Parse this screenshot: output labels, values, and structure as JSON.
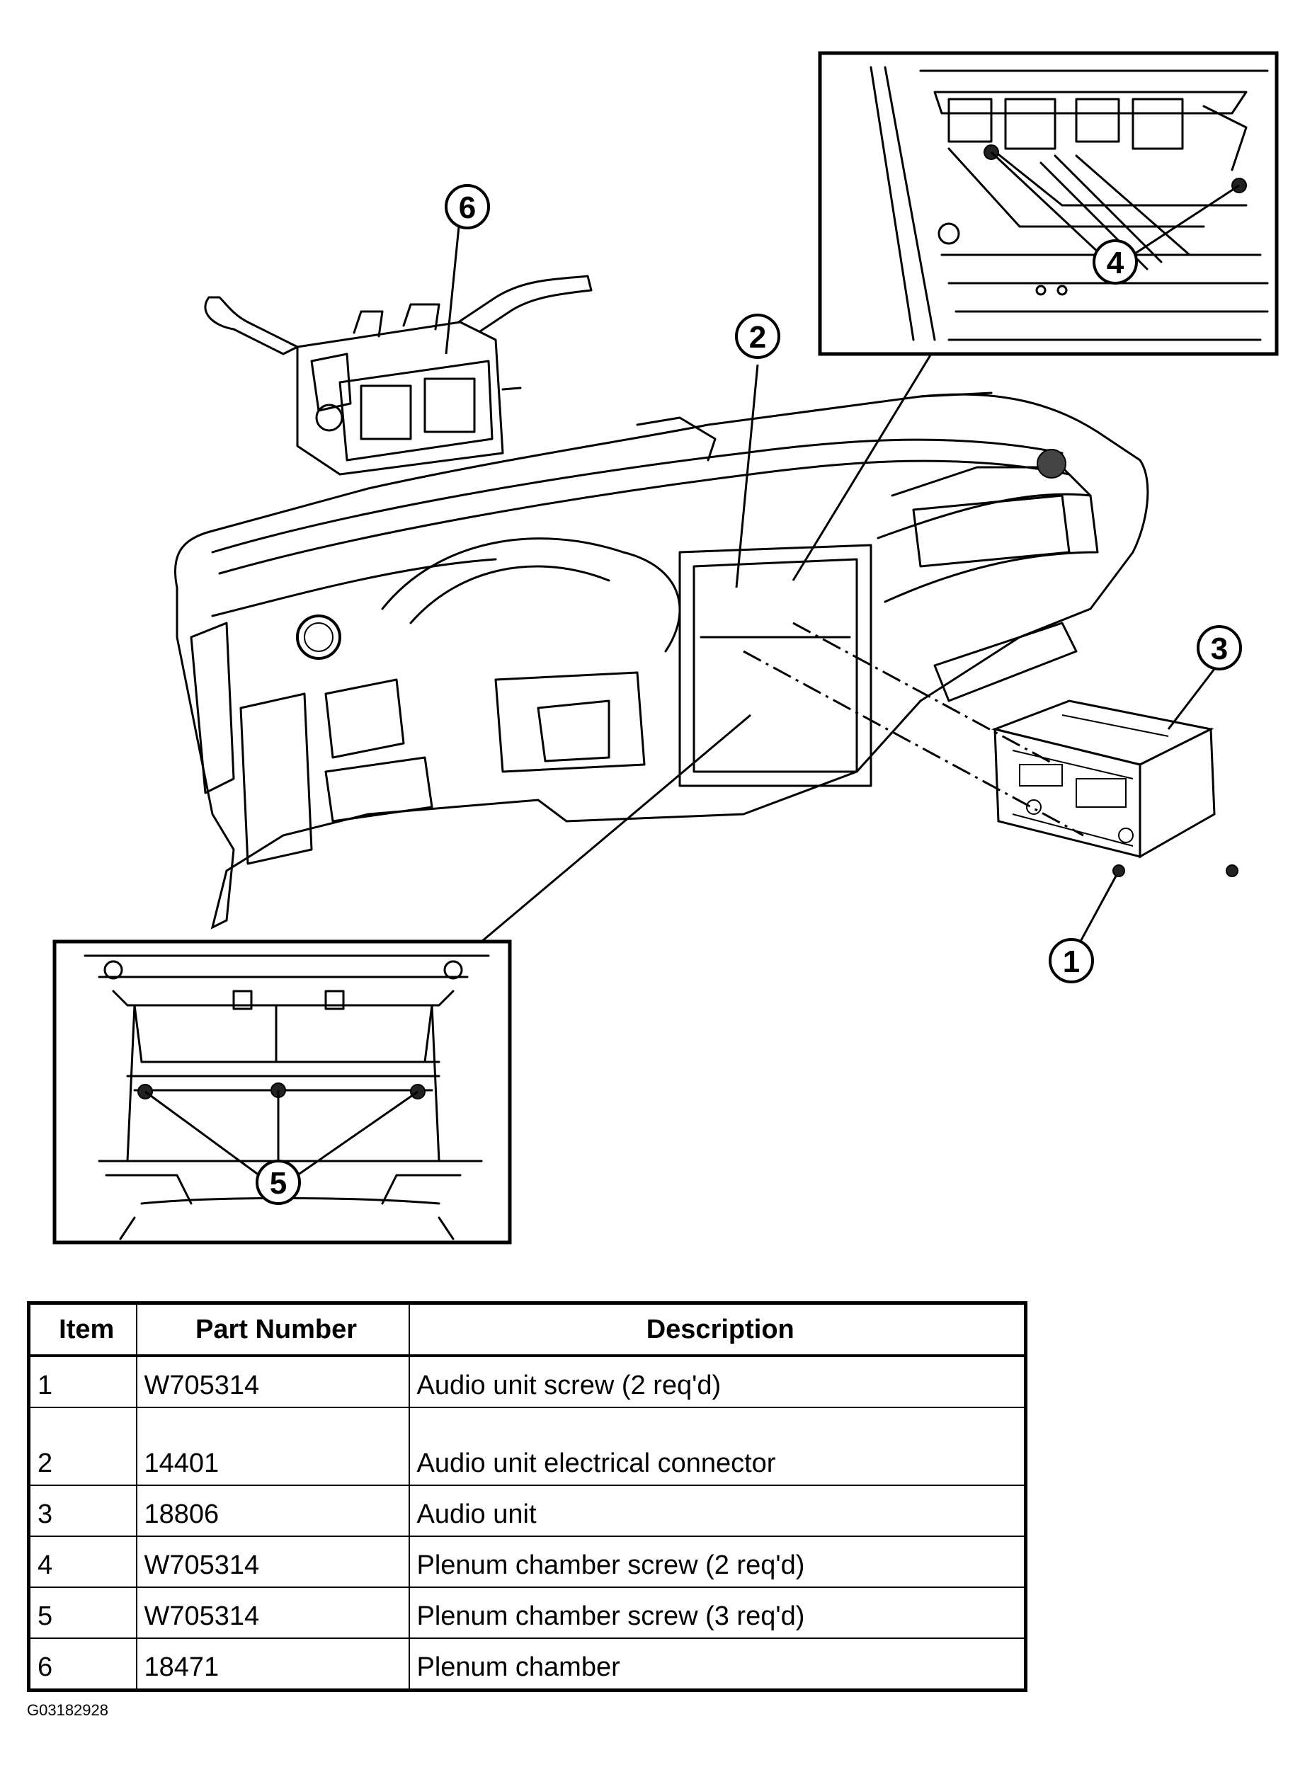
{
  "diagram": {
    "callouts": [
      {
        "number": "1"
      },
      {
        "number": "2"
      },
      {
        "number": "3"
      },
      {
        "number": "4"
      },
      {
        "number": "5"
      },
      {
        "number": "6"
      }
    ]
  },
  "table": {
    "headers": {
      "item": "Item",
      "part_number": "Part Number",
      "description": "Description"
    },
    "rows": [
      {
        "item": "1",
        "part_number": "W705314",
        "description": "Audio unit screw (2 req'd)"
      },
      {
        "item": "2",
        "part_number": "14401",
        "description": "Audio unit electrical connector"
      },
      {
        "item": "3",
        "part_number": "18806",
        "description": "Audio unit"
      },
      {
        "item": "4",
        "part_number": "W705314",
        "description": "Plenum chamber screw (2 req'd)"
      },
      {
        "item": "5",
        "part_number": "W705314",
        "description": "Plenum chamber screw (3 req'd)"
      },
      {
        "item": "6",
        "part_number": "18471",
        "description": "Plenum chamber"
      }
    ]
  },
  "figure_id": "G03182928"
}
